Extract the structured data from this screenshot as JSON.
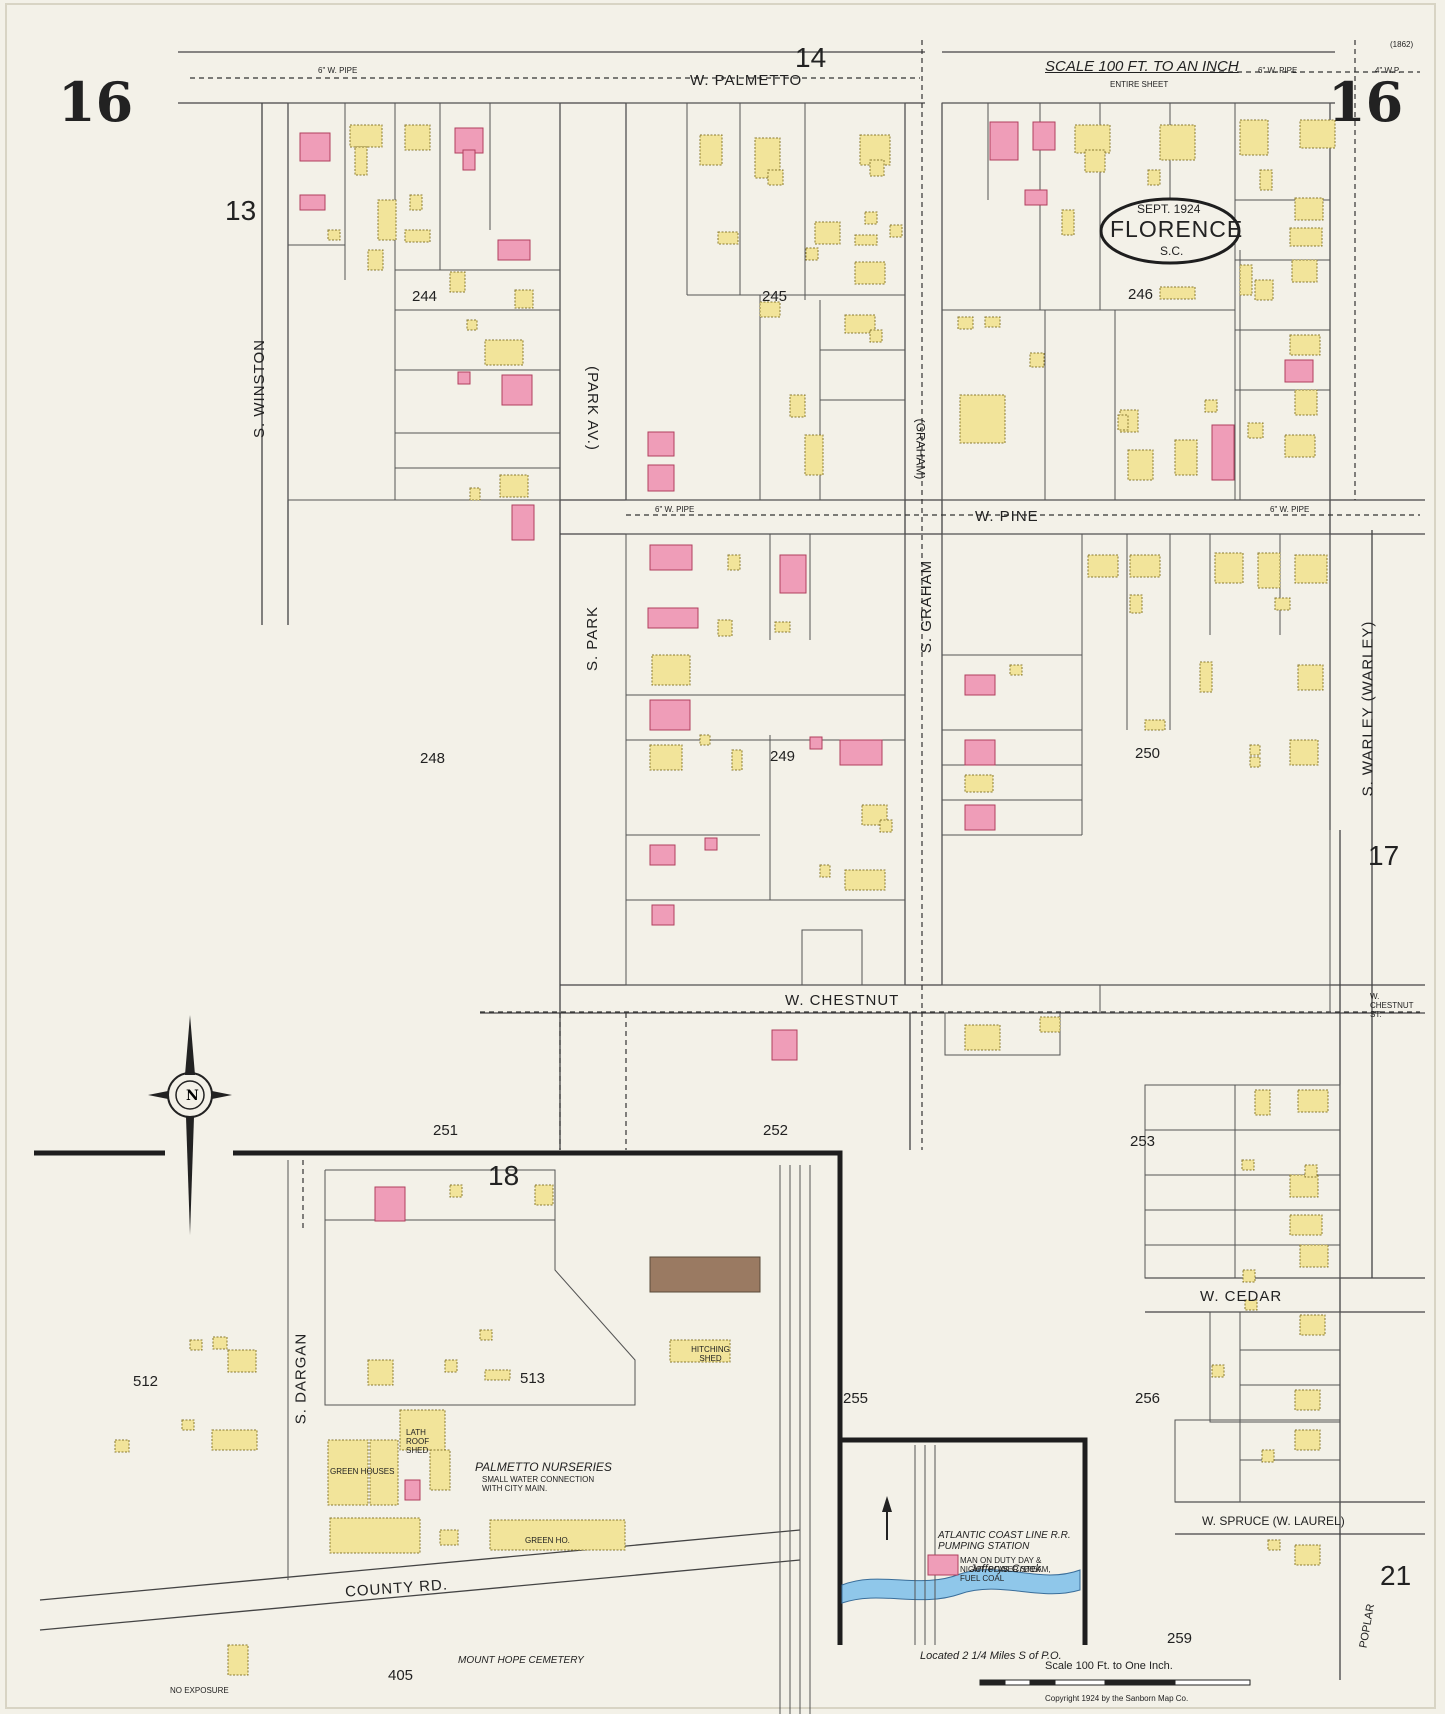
{
  "sheet_number": "16",
  "scale": {
    "text": "SCALE 100 FT. TO AN INCH",
    "sub": "ENTIRE SHEET"
  },
  "stamp": {
    "date": "SEPT. 1924",
    "city": "FLORENCE",
    "state": "S.C."
  },
  "streets": {
    "w_palmetto": "W. PALMETTO",
    "w_pine": "W. PINE",
    "w_chestnut": "W. CHESTNUT",
    "w_chestnut_st": "W. CHESTNUT ST.",
    "w_cedar": "W. CEDAR",
    "w_spruce": "W. SPRUCE (W. LAUREL)",
    "s_winston": "S. WINSTON",
    "s_park": "S. PARK",
    "park_av": "(PARK AV.)",
    "s_graham": "S. GRAHAM",
    "graham": "(GRAHAM)",
    "s_warley": "S. WARLEY (WARLEY)",
    "s_dargan": "S. DARGAN",
    "county_rd": "COUNTY RD.",
    "poplar": "POPLAR"
  },
  "blocks": [
    "244",
    "245",
    "246",
    "248",
    "249",
    "250",
    "251",
    "252",
    "253",
    "255",
    "256",
    "259",
    "405",
    "512",
    "513"
  ],
  "adjoining_sheets": [
    "14",
    "13",
    "17",
    "18",
    "21"
  ],
  "labels": {
    "palmetto_nurseries": "PALMETTO NURSERIES",
    "nursery_note": "SMALL WATER CONNECTION WITH CITY MAIN.",
    "green_houses": "GREEN HOUSES",
    "green_ho": "GREEN HO.",
    "lath_roof": "LATH ROOF SHED",
    "hitching_shed": "HITCHING SHED",
    "acl_station": "ATLANTIC COAST LINE R.R. PUMPING STATION",
    "acl_note": "MAN ON DUTY DAY & NIGHT, POWER STEAM, FUEL COAL",
    "jefferys_creek": "Jefferys Creek",
    "located": "Located 2 1/4 Miles S of P.O.",
    "scale_inset": "Scale 100 Ft. to One Inch.",
    "cemetery": "MOUNT HOPE CEMETERY",
    "no_exposure": "NO EXPOSURE",
    "copyright": "Copyright 1924 by the Sanborn Map Co.",
    "pipe": "6\" W. PIPE",
    "pipe4": "4\" W.P.",
    "year_1862": "(1862)"
  },
  "colors": {
    "paper": "#f3f1e8",
    "frame": "#f0eee4",
    "frame_dwelling": "#f2e49a",
    "brick": "#ef9db8",
    "brick_outline": "#b0405e",
    "stone": "#9a7a62",
    "water": "#8fc7ea",
    "line": "#333333"
  }
}
